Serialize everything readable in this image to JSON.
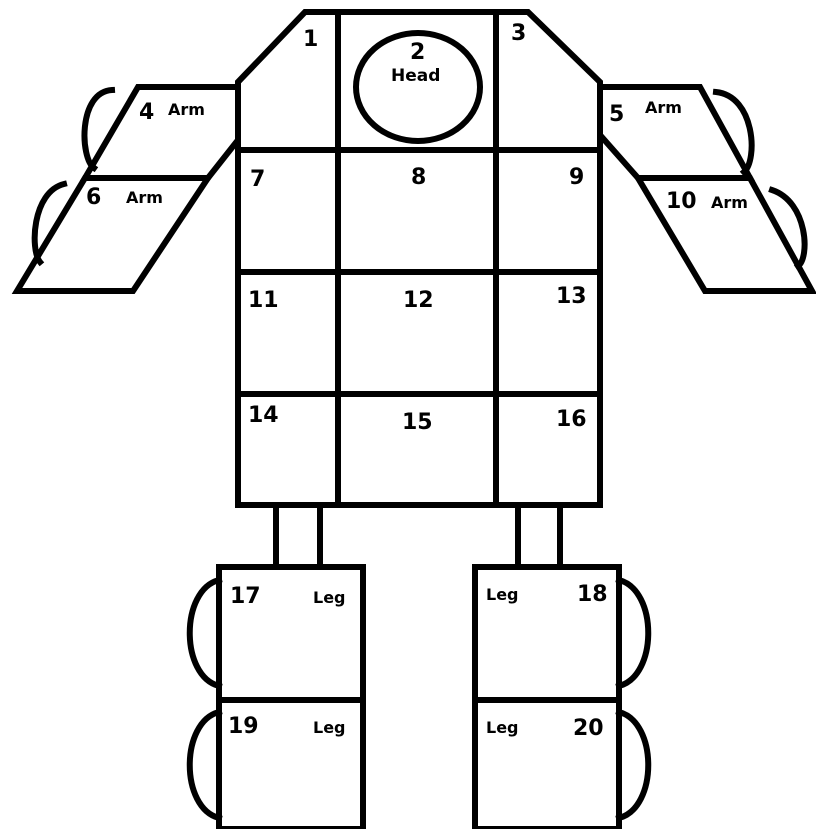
{
  "diagram": {
    "line_color": "#000000",
    "background": "#ffffff",
    "parts": [
      {
        "id": "1",
        "number": "1"
      },
      {
        "id": "2",
        "number": "2",
        "label": "Head"
      },
      {
        "id": "3",
        "number": "3"
      },
      {
        "id": "4",
        "number": "4",
        "label": "Arm"
      },
      {
        "id": "5",
        "number": "5",
        "label": "Arm"
      },
      {
        "id": "6",
        "number": "6",
        "label": "Arm"
      },
      {
        "id": "7",
        "number": "7"
      },
      {
        "id": "8",
        "number": "8"
      },
      {
        "id": "9",
        "number": "9"
      },
      {
        "id": "10",
        "number": "10",
        "label": "Arm"
      },
      {
        "id": "11",
        "number": "11"
      },
      {
        "id": "12",
        "number": "12"
      },
      {
        "id": "13",
        "number": "13"
      },
      {
        "id": "14",
        "number": "14"
      },
      {
        "id": "15",
        "number": "15"
      },
      {
        "id": "16",
        "number": "16"
      },
      {
        "id": "17",
        "number": "17",
        "label": "Leg"
      },
      {
        "id": "18",
        "number": "18",
        "label": "Leg"
      },
      {
        "id": "19",
        "number": "19",
        "label": "Leg"
      },
      {
        "id": "20",
        "number": "20",
        "label": "Leg"
      }
    ]
  }
}
